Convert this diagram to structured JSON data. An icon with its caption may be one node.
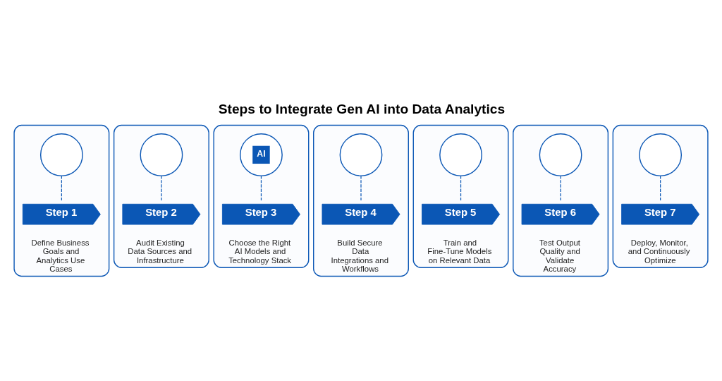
{
  "diagram": {
    "title": "Steps to Integrate Gen AI into Data Analytics",
    "nodes": [
      {
        "text": [
          "Define Business Goals and Analytics Use Cases"
        ]
      },
      {
        "text": [],
        "shape": "circle",
        "in": 0
      },
      {
        "text": [
          "Step 1"
        ],
        "in": 0
      },
      {
        "text": [
          "Audit Existing Data Sources and Infrastructure"
        ]
      },
      {
        "text": [],
        "shape": "circle",
        "in": 3
      },
      {
        "text": [
          "Step 2"
        ],
        "in": 3
      },
      {
        "text": [
          "Choose the Right AI Models and Technology Stack"
        ]
      },
      {
        "text": [
          "AI"
        ],
        "in": 6
      },
      {
        "text": [
          "Step 3"
        ],
        "in": 6
      },
      {
        "text": [
          "Build Secure Data Integrations and Workflows"
        ]
      },
      {
        "text": [],
        "shape": "circle",
        "in": 9
      },
      {
        "text": [
          "Step 4"
        ],
        "in": 9
      },
      {
        "text": [
          "Train and Fine-Tune Models on Relevant Data"
        ]
      },
      {
        "text": [],
        "shape": "circle",
        "in": 12
      },
      {
        "text": [
          "Step 5"
        ],
        "in": 12
      },
      {
        "text": [
          "Test Output Quality and Validate Accuracy"
        ]
      },
      {
        "text": [],
        "shape": "circle",
        "in": 15
      },
      {
        "text": [
          "Step 6"
        ],
        "in": 15
      },
      {
        "text": [
          "Deploy, Monitor, and Continuously Optimize"
        ]
      },
      {
        "text": [],
        "shape": "circle",
        "in": 18
      },
      {
        "text": [
          "Step 7"
        ],
        "in": 18
      }
    ],
    "edges": [
      {
        "from": 1,
        "to": 2,
        "arrow": "none",
        "style": "dashed"
      },
      {
        "from": 4,
        "to": 5,
        "arrow": "none",
        "style": "dashed"
      },
      {
        "from": 7,
        "to": 8,
        "arrow": "none",
        "style": "dashed"
      },
      {
        "from": 10,
        "to": 11,
        "arrow": "none",
        "style": "dashed"
      },
      {
        "from": 13,
        "to": 14,
        "arrow": "none",
        "style": "dashed"
      },
      {
        "from": 16,
        "to": 17,
        "arrow": "none",
        "style": "dashed"
      },
      {
        "from": 19,
        "to": 20,
        "arrow": "none",
        "style": "dashed"
      }
    ]
  }
}
